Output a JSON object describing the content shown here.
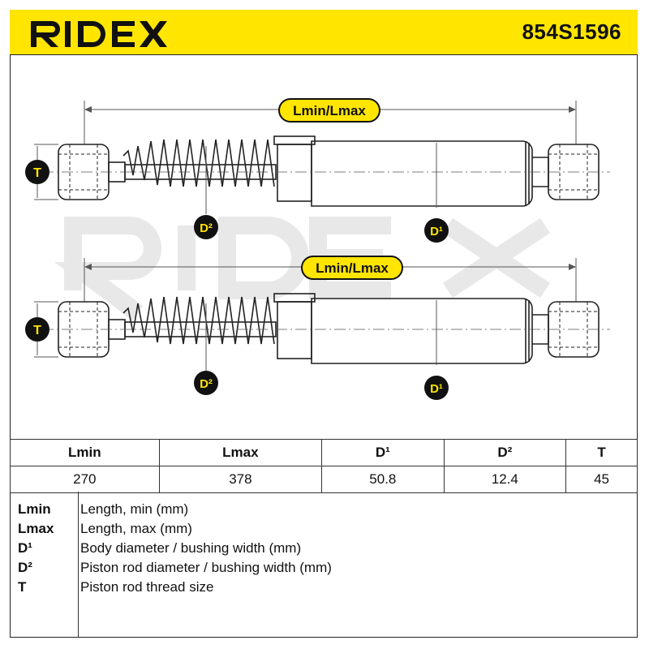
{
  "header": {
    "brand": "RIDEX",
    "part_number": "854S1596"
  },
  "drawing": {
    "watermark": "RIDEX",
    "length_label": "Lmin/Lmax",
    "thread_label": "T",
    "body_diameter_label": "D¹",
    "rod_diameter_label": "D²"
  },
  "specs": {
    "headers": [
      "Lmin",
      "Lmax",
      "D¹",
      "D²",
      "T"
    ],
    "values": [
      "270",
      "378",
      "50.8",
      "12.4",
      "45"
    ]
  },
  "legend": [
    {
      "key": "Lmin",
      "desc": "Length, min (mm)"
    },
    {
      "key": "Lmax",
      "desc": "Length, max (mm)"
    },
    {
      "key": "D¹",
      "desc": "Body diameter / bushing width (mm)"
    },
    {
      "key": "D²",
      "desc": "Piston rod diameter / bushing width (mm)"
    },
    {
      "key": "T",
      "desc": "Piston rod thread size"
    }
  ],
  "colors": {
    "brand_yellow": "#ffe500",
    "badge_black": "#111111",
    "line": "#222222",
    "watermark": "#e6e6e6"
  }
}
